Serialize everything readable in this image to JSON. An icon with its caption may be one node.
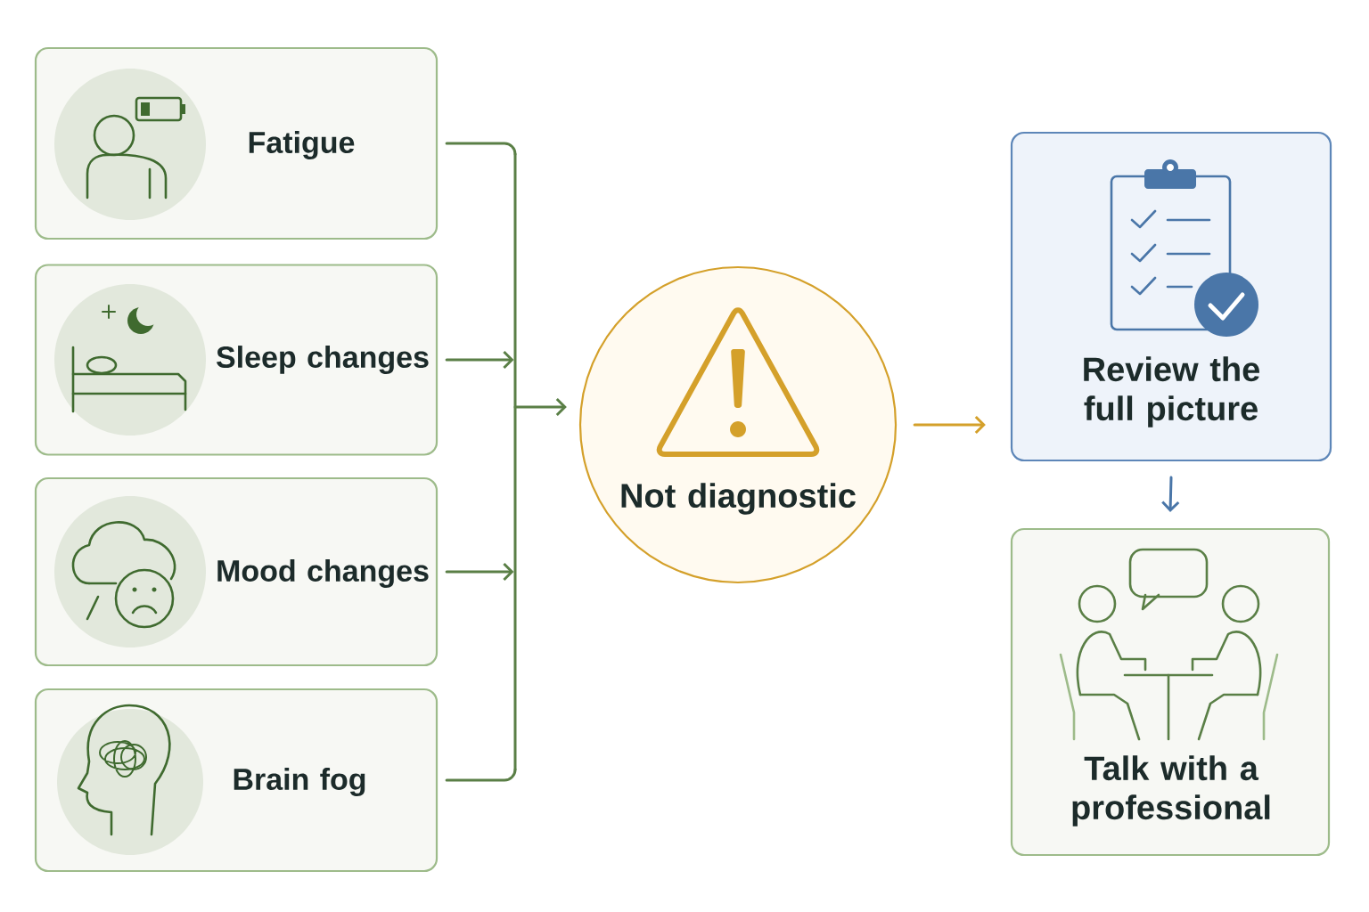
{
  "diagram": {
    "nodes": [
      {
        "text": [
          "Fatigue"
        ]
      },
      {
        "text": [
          "Sleep changes"
        ]
      },
      {
        "text": [
          "Mood changes"
        ]
      },
      {
        "text": [
          "Brain fog"
        ]
      },
      {
        "text": [
          "Not diagnostic"
        ]
      },
      {
        "text": [
          "Review the full picture"
        ]
      },
      {
        "text": [
          "Talk with a professional"
        ]
      }
    ],
    "edges": [
      {
        "from": 0,
        "to": 4,
        "arrow": "to"
      },
      {
        "from": 1,
        "to": 4,
        "arrow": "to"
      },
      {
        "from": 2,
        "to": 4,
        "arrow": "to"
      },
      {
        "from": 3,
        "to": 4,
        "arrow": "to"
      },
      {
        "from": 4,
        "to": 5,
        "arrow": "to",
        "color": "#d4a02a"
      },
      {
        "from": 5,
        "to": 6,
        "arrow": "to",
        "color": "#4a76a8"
      }
    ]
  }
}
